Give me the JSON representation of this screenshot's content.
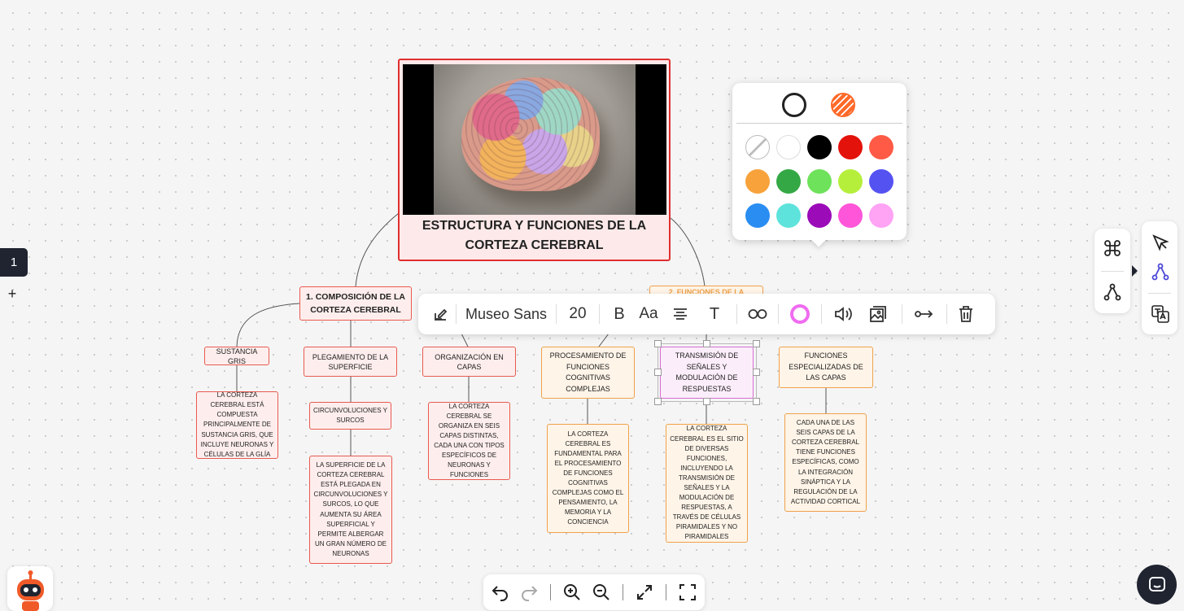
{
  "central": {
    "title_line1": "ESTRUCTURA Y FUNCIONES DE LA",
    "title_line2": "CORTEZA CEREBRAL"
  },
  "branches": {
    "composicion": "1. COMPOSICIÓN DE LA CORTEZA CEREBRAL",
    "funciones_partial": "2. FUNCIONES DE LA"
  },
  "nodes": {
    "sustancia_gris": "SUSTANCIA GRIS",
    "plegamiento": "PLEGAMIENTO DE LA SUPERFICIE",
    "organizacion": "ORGANIZACIÓN EN CAPAS",
    "procesamiento": "PROCESAMIENTO DE FUNCIONES COGNITIVAS COMPLEJAS",
    "transmision": "TRANSMISIÓN DE SEÑALES Y MODULACIÓN DE RESPUESTAS",
    "especializadas": "FUNCIONES ESPECIALIZADAS DE LAS CAPAS",
    "circunvoluciones": "CIRCUNVOLUCIONES Y SURCOS"
  },
  "details": {
    "sustancia_gris": "LA CORTEZA CEREBRAL ESTÁ COMPUESTA PRINCIPALMENTE DE SUSTANCIA GRIS, QUE INCLUYE NEURONAS Y CÉLULAS DE LA GLÍA",
    "circunvoluciones": "LA SUPERFICIE DE LA CORTEZA CEREBRAL ESTÁ PLEGADA EN CIRCUNVOLUCIONES Y SURCOS, LO QUE AUMENTA SU ÁREA SUPERFICIAL Y PERMITE ALBERGAR UN GRAN NÚMERO DE NEURONAS",
    "organizacion": "LA CORTEZA CEREBRAL SE ORGANIZA EN SEIS CAPAS DISTINTAS, CADA UNA CON TIPOS ESPECÍFICOS DE NEURONAS Y FUNCIONES",
    "procesamiento": "LA CORTEZA CEREBRAL ES FUNDAMENTAL PARA EL PROCESAMIENTO DE FUNCIONES COGNITIVAS COMPLEJAS COMO EL PENSAMIENTO, LA MEMORIA Y LA CONCIENCIA",
    "transmision": "LA CORTEZA CEREBRAL ES EL SITIO DE DIVERSAS FUNCIONES, INCLUYENDO LA TRANSMISIÓN DE SEÑALES Y LA MODULACIÓN DE RESPUESTAS, A TRAVÉS DE CÉLULAS PIRAMIDALES Y NO PIRAMIDALES",
    "especializadas": "CADA UNA DE LAS SEIS CAPAS DE LA CORTEZA CEREBRAL TIENE FUNCIONES ESPECÍFICAS, COMO LA INTEGRACIÓN SINÁPTICA Y LA REGULACIÓN DE LA ACTIVIDAD CORTICAL"
  },
  "toolbar": {
    "font_name": "Museo Sans",
    "font_size": "20",
    "bold": "B",
    "text_size": "Aa",
    "text_type": "T"
  },
  "picker": {
    "colors": [
      "none",
      "#ffffff",
      "#000000",
      "#e3120b",
      "#ff5a45",
      "#f7a23b",
      "#34a844",
      "#6ee25a",
      "#b5ef3c",
      "#5552f2",
      "#2a8df2",
      "#5ee3dc",
      "#9b0bb8",
      "#ff55d9",
      "#ffa3f5"
    ]
  },
  "left_panel": {
    "page_number": "1",
    "add": "+"
  }
}
